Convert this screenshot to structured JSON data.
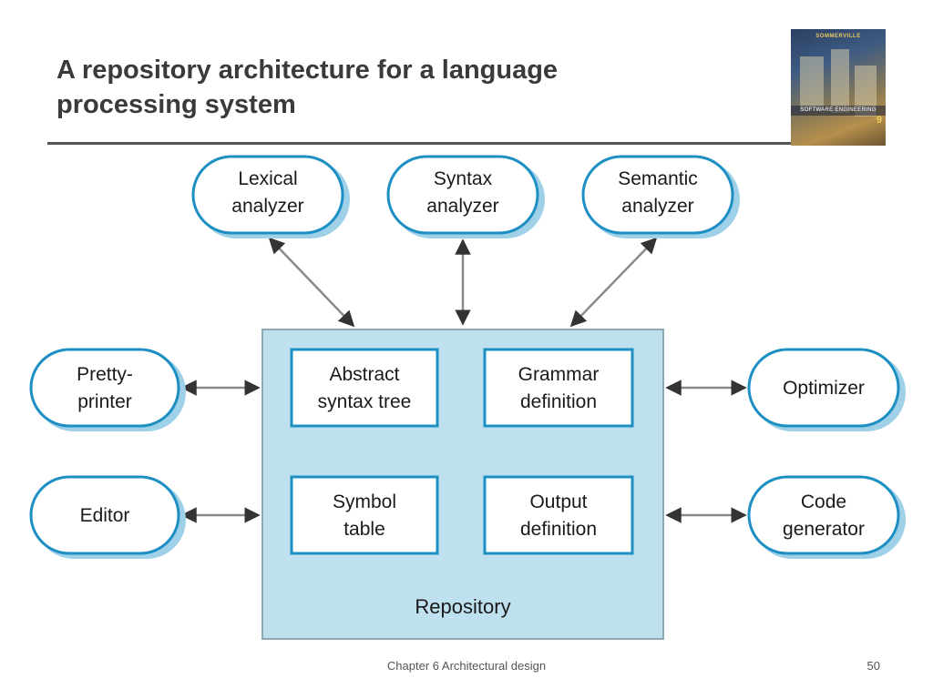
{
  "slide": {
    "title_line1": "A repository architecture for a language",
    "title_line2": "processing system",
    "footer": "Chapter 6 Architectural design",
    "page_number": "50"
  },
  "book_cover": {
    "author": "SOMMERVILLE",
    "title": "SOFTWARE ENGINEERING",
    "edition": "9"
  },
  "diagram": {
    "tools": {
      "lexical_analyzer": [
        "Lexical",
        "analyzer"
      ],
      "syntax_analyzer": [
        "Syntax",
        "analyzer"
      ],
      "semantic_analyzer": [
        "Semantic",
        "analyzer"
      ],
      "pretty_printer": [
        "Pretty-",
        "printer"
      ],
      "editor": [
        "Editor"
      ],
      "optimizer": [
        "Optimizer"
      ],
      "code_generator": [
        "Code",
        "generator"
      ]
    },
    "repository": {
      "label": "Repository",
      "abstract_syntax_tree": [
        "Abstract",
        "syntax tree"
      ],
      "grammar_definition": [
        "Grammar",
        "definition"
      ],
      "symbol_table": [
        "Symbol",
        "table"
      ],
      "output_definition": [
        "Output",
        "definition"
      ]
    },
    "colors": {
      "repository_fill": "#bfe0ee",
      "tool_border": "#1d8fc3",
      "tool_shadow": "#9ed1e8",
      "text": "#1a1a1a",
      "connector": "#8a8a8a"
    }
  }
}
